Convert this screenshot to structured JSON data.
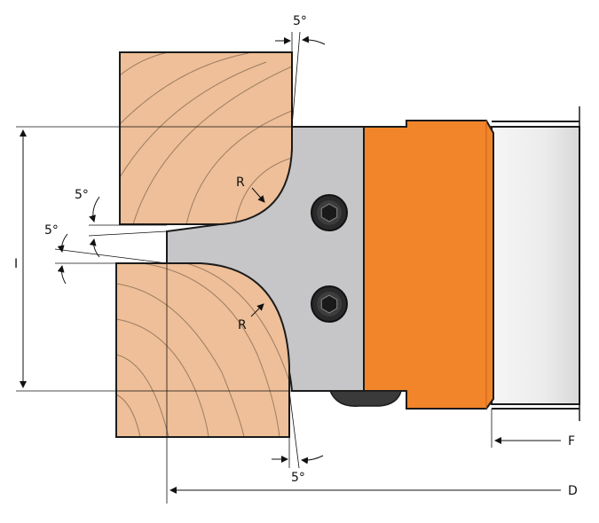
{
  "labels": {
    "angle_top": "5°",
    "angle_upper_left": "5°",
    "angle_lower_left": "5°",
    "angle_bottom": "5°",
    "radius_upper": "R",
    "radius_lower": "R",
    "dim_i": "I",
    "dim_f": "F",
    "dim_d": "D"
  },
  "colors": {
    "wood": "#eebf98",
    "steel": "#c6c6c8",
    "steel_dark": "#a9a9ab",
    "body_orange": "#f2842a",
    "shaft": "#eeeeef",
    "screw": "#2a2a2a"
  },
  "icons": {
    "screw_upper": "hex-socket-screw-icon",
    "screw_lower": "hex-socket-screw-icon"
  }
}
